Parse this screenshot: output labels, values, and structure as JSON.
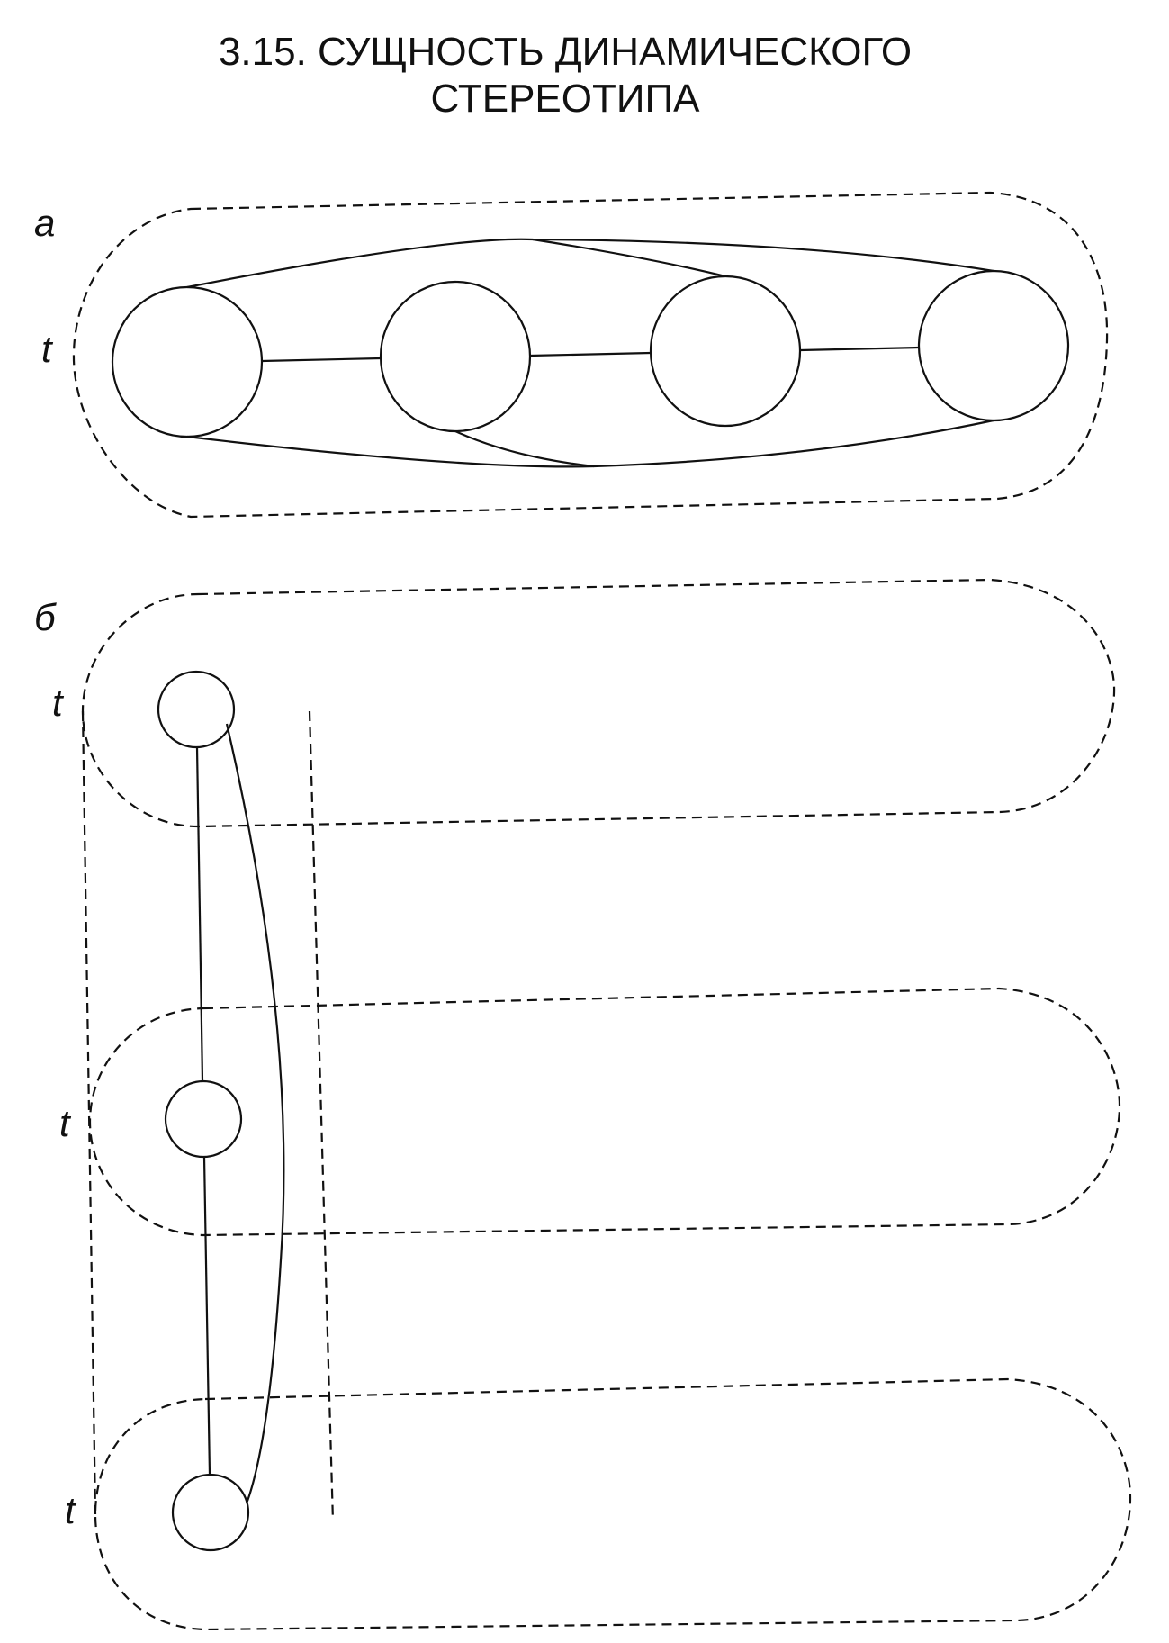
{
  "title": {
    "line1": "3.15. СУЩНОСТЬ ДИНАМИЧЕСКОГО",
    "line2": "СТЕРЕОТИПА"
  },
  "panel_a": {
    "label": "а",
    "time_label": "t"
  },
  "panel_b": {
    "label": "б",
    "time_labels": [
      "t",
      "t",
      "t"
    ]
  }
}
